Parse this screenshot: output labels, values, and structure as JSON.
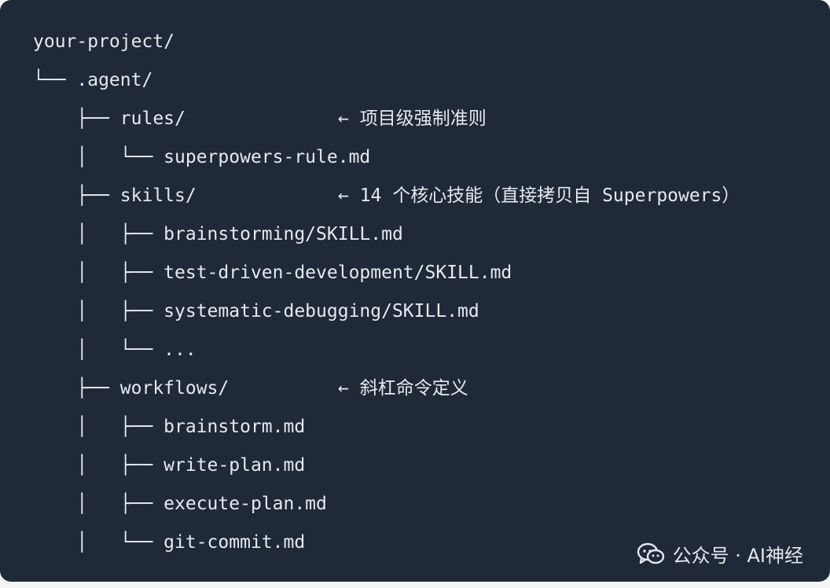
{
  "tree": {
    "lines": [
      {
        "text": "your-project/",
        "comment": ""
      },
      {
        "text": "└── .agent/",
        "comment": ""
      },
      {
        "text": "    ├── rules/",
        "comment": "← 项目级强制准则"
      },
      {
        "text": "    │   └── superpowers-rule.md",
        "comment": ""
      },
      {
        "text": "    ├── skills/",
        "comment": "← 14 个核心技能（直接拷贝自 Superpowers）"
      },
      {
        "text": "    │   ├── brainstorming/SKILL.md",
        "comment": ""
      },
      {
        "text": "    │   ├── test-driven-development/SKILL.md",
        "comment": ""
      },
      {
        "text": "    │   ├── systematic-debugging/SKILL.md",
        "comment": ""
      },
      {
        "text": "    │   └── ...",
        "comment": ""
      },
      {
        "text": "    ├── workflows/",
        "comment": "← 斜杠命令定义"
      },
      {
        "text": "    │   ├── brainstorm.md",
        "comment": ""
      },
      {
        "text": "    │   ├── write-plan.md",
        "comment": ""
      },
      {
        "text": "    │   ├── execute-plan.md",
        "comment": ""
      },
      {
        "text": "    │   └── git-commit.md",
        "comment": ""
      }
    ]
  },
  "watermark": {
    "icon": "wechat-icon",
    "text": "公众号 · AI神经"
  },
  "colors": {
    "background": "#1f2937",
    "text": "#e6e9ee"
  }
}
